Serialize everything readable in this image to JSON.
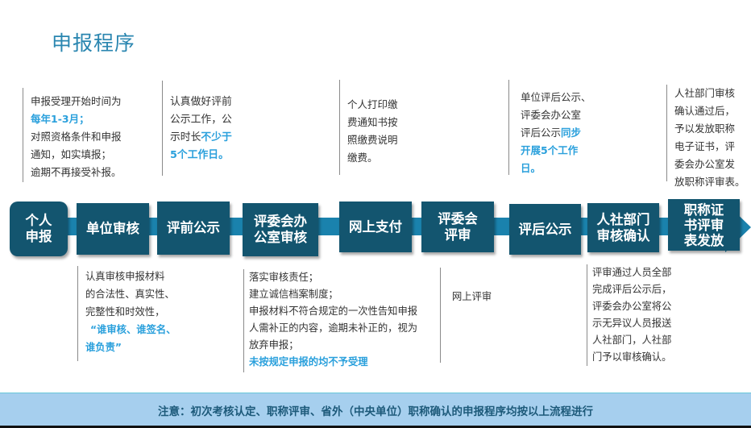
{
  "title": "申报程序",
  "colors": {
    "title": "#2a86b0",
    "highlight": "#2aa0dc",
    "step_box": "#13556f",
    "flow_band": "#1a82ad",
    "footer_bg": "#a6cfee",
    "footer_text": "#1d5a7a"
  },
  "steps": [
    {
      "label_line1": "个人",
      "label_line2": "申报"
    },
    {
      "label_line1": "单位审核",
      "label_line2": ""
    },
    {
      "label_line1": "评前公示",
      "label_line2": ""
    },
    {
      "label_line1": "评委会办",
      "label_line2": "公室审核"
    },
    {
      "label_line1": "网上支付",
      "label_line2": ""
    },
    {
      "label_line1": "评委会",
      "label_line2": "评审"
    },
    {
      "label_line1": "评后公示",
      "label_line2": ""
    },
    {
      "label_line1": "人社部门",
      "label_line2": "审核确认"
    },
    {
      "label_line1": "职称证",
      "label_line2": "书评审",
      "label_line3": "表发放"
    }
  ],
  "top_notes": [
    {
      "lines": [
        "申报受理开始时间为"
      ],
      "highlight": "每年1-3月；",
      "after": [
        "对照资格条件和申报",
        "通知，如实填报；",
        "逾期不再接受补报。"
      ]
    },
    {
      "line1": "认真做好评前",
      "line2": "公示工作，公",
      "line3_plain": "示时长",
      "line3_hl": "不少于",
      "line4_hl": "5个工作日。"
    },
    {
      "lines": [
        "个人打印缴",
        "费通知书按",
        "照缴费说明",
        "缴费。"
      ]
    },
    {
      "line1": "单位评后公示、",
      "line2": "评委会办公室",
      "line3_plain": "评后公示",
      "line3_hl": "同步",
      "line4_hl": "开展5个工作",
      "line5_hl": "日。"
    },
    {
      "lines": [
        "人社部门审核",
        "确认通过后，",
        "予以发放职称",
        "电子证书，评",
        "委会办公室发",
        "放职称评审表。"
      ]
    }
  ],
  "bottom_notes": [
    {
      "lines": [
        "认真审核申报材料",
        "的合法性、真实性、",
        "完整性和时效性，"
      ],
      "hl_line1": "“谁审核、谁签名、",
      "hl_line2": "谁负责”"
    },
    {
      "lines": [
        "落实审核责任；",
        "建立诚信档案制度；",
        "申报材料不符合规定的一次性告知申报",
        "人需补正的内容，逾期未补正的，视为",
        "放弃申报；"
      ],
      "hl_line": "未按规定申报的均不予受理"
    },
    {
      "lines": [
        "网上评审"
      ]
    },
    {
      "lines": [
        "评审通过人员全部",
        "完成评后公示后，",
        "评委会办公室将公",
        "示无异议人员报送",
        "人社部门，人社部",
        "门予以审核确认。"
      ]
    }
  ],
  "footer": {
    "text": "注意：初次考核认定、职称评审、省外（中央单位）职称确认的申报程序均按以上流程进行"
  }
}
